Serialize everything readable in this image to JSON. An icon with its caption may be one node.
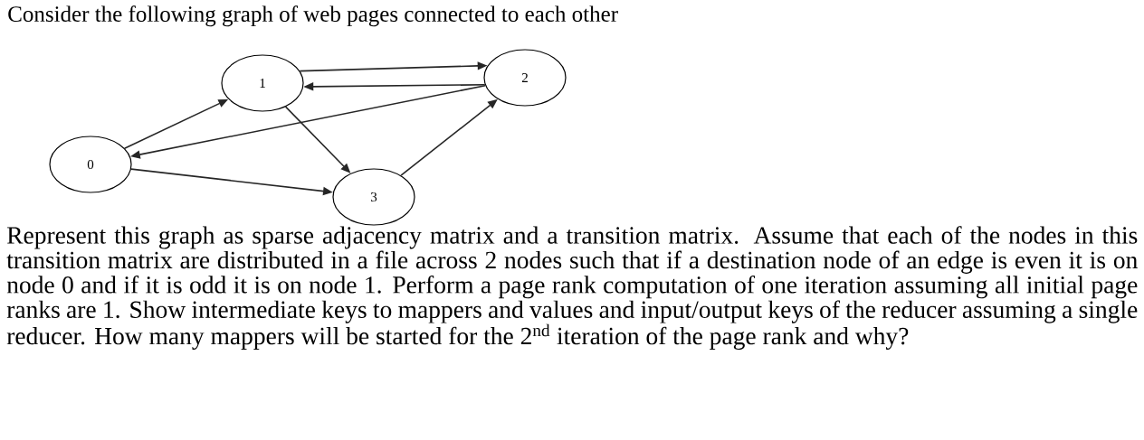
{
  "diagram": {
    "title": "Consider the following graph of web pages connected to each other",
    "nodes": [
      {
        "text": [
          "0"
        ]
      },
      {
        "text": [
          "1"
        ]
      },
      {
        "text": [
          "2"
        ]
      },
      {
        "text": [
          "3"
        ]
      }
    ],
    "edges": [
      {
        "from": 0,
        "to": 1,
        "arrow": "to"
      },
      {
        "from": 1,
        "to": 2,
        "arrow": "to"
      },
      {
        "from": 2,
        "to": 1,
        "arrow": "to"
      },
      {
        "from": 1,
        "to": 3,
        "arrow": "to"
      },
      {
        "from": 2,
        "to": 0,
        "arrow": "to"
      },
      {
        "from": 3,
        "to": 2,
        "arrow": "to"
      },
      {
        "from": 0,
        "to": 3,
        "arrow": "to"
      }
    ],
    "labels": [
      "Represent this graph as sparse adjacency matrix and a transition matrix.  Assume that each of the nodes in this transition matrix are distributed in a file across 2 nodes such that if a destination node of an edge is even it is on node 0 and if it is odd it is on node 1. Perform a page rank computation of one iteration assuming all initial page ranks are 1. Show intermediate keys to mappers and values and input/output keys of the reducer assuming a single reducer. How many mappers will be started for the 2$^{nd}$ iteration of the page rank and why?"
    ]
  }
}
